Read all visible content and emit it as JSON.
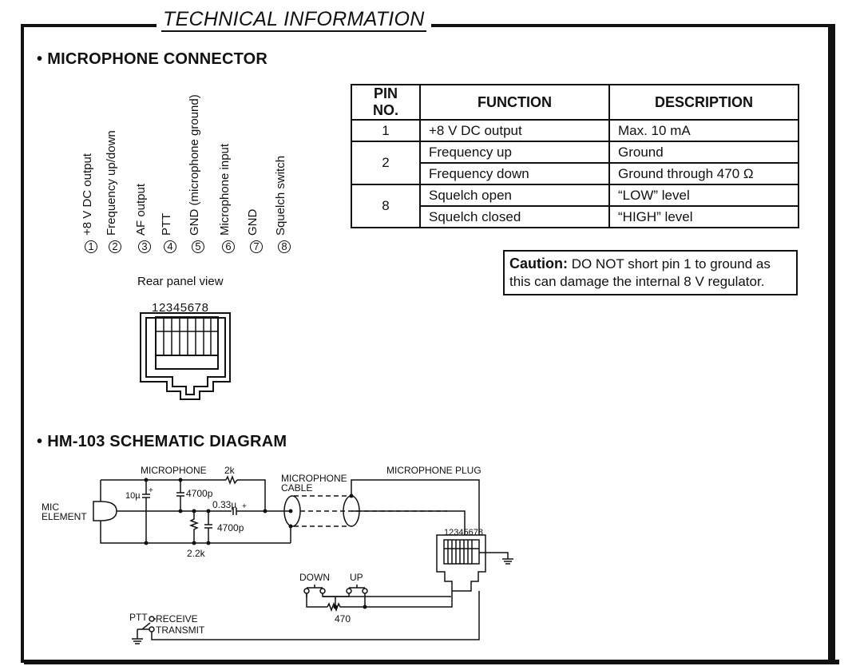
{
  "header": {
    "title": "TECHNICAL INFORMATION"
  },
  "sections": {
    "connector_title": "MICROPHONE CONNECTOR",
    "schematic_title": "HM-103 SCHEMATIC DIAGRAM"
  },
  "pins": [
    {
      "num": "1",
      "label": "+8 V DC output"
    },
    {
      "num": "2",
      "label": "Frequency up/down"
    },
    {
      "num": "3",
      "label": "AF output"
    },
    {
      "num": "4",
      "label": "PTT"
    },
    {
      "num": "5",
      "label": "GND (microphone ground)"
    },
    {
      "num": "6",
      "label": "Microphone input"
    },
    {
      "num": "7",
      "label": "GND"
    },
    {
      "num": "8",
      "label": "Squelch switch"
    }
  ],
  "rear_panel": {
    "label": "Rear panel view",
    "digits": "12345678"
  },
  "table": {
    "headers": [
      "PIN NO.",
      "FUNCTION",
      "DESCRIPTION"
    ],
    "rows": [
      {
        "pin": "1",
        "function": "+8 V DC output",
        "description": "Max. 10 mA"
      },
      {
        "pin": "2",
        "function": "Frequency up",
        "description": "Ground"
      },
      {
        "function": "Frequency down",
        "description": "Ground through 470 Ω"
      },
      {
        "pin": "8",
        "function": "Squelch open",
        "description": "“LOW” level"
      },
      {
        "function": "Squelch closed",
        "description": "“HIGH” level"
      }
    ]
  },
  "caution": {
    "lead": "Caution:",
    "text": " DO NOT short pin 1 to ground as this can damage the internal 8 V regulator."
  },
  "schematic": {
    "microphone": "MICROPHONE",
    "r_2k": "2k",
    "mic_element_1": "MIC",
    "mic_element_2": "ELEMENT",
    "c_10u": "10µ",
    "plus": "+",
    "c_4700p_a": "4700p",
    "c_033u": "0.33µ",
    "c_4700p_b": "4700p",
    "r_22k": "2.2k",
    "mic_cable_1": "MICROPHONE",
    "mic_cable_2": "CABLE",
    "mic_plug": "MICROPHONE PLUG",
    "plug_digits": "12345678",
    "down": "DOWN",
    "up": "UP",
    "r_470": "470",
    "ptt": "PTT",
    "receive": "RECEIVE",
    "transmit": "TRANSMIT"
  }
}
